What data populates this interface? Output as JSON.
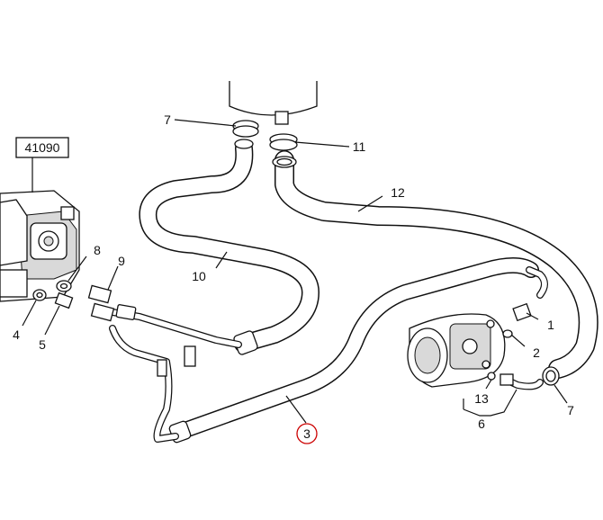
{
  "diagram": {
    "ref_box": "41090",
    "labels": {
      "l1": "1",
      "l2": "2",
      "l3": "3",
      "l4": "4",
      "l5": "5",
      "l6": "6",
      "l7a": "7",
      "l7b": "7",
      "l8": "8",
      "l9": "9",
      "l10": "10",
      "l11": "11",
      "l12": "12",
      "l13": "13"
    },
    "highlight_color": "#cc0000"
  }
}
